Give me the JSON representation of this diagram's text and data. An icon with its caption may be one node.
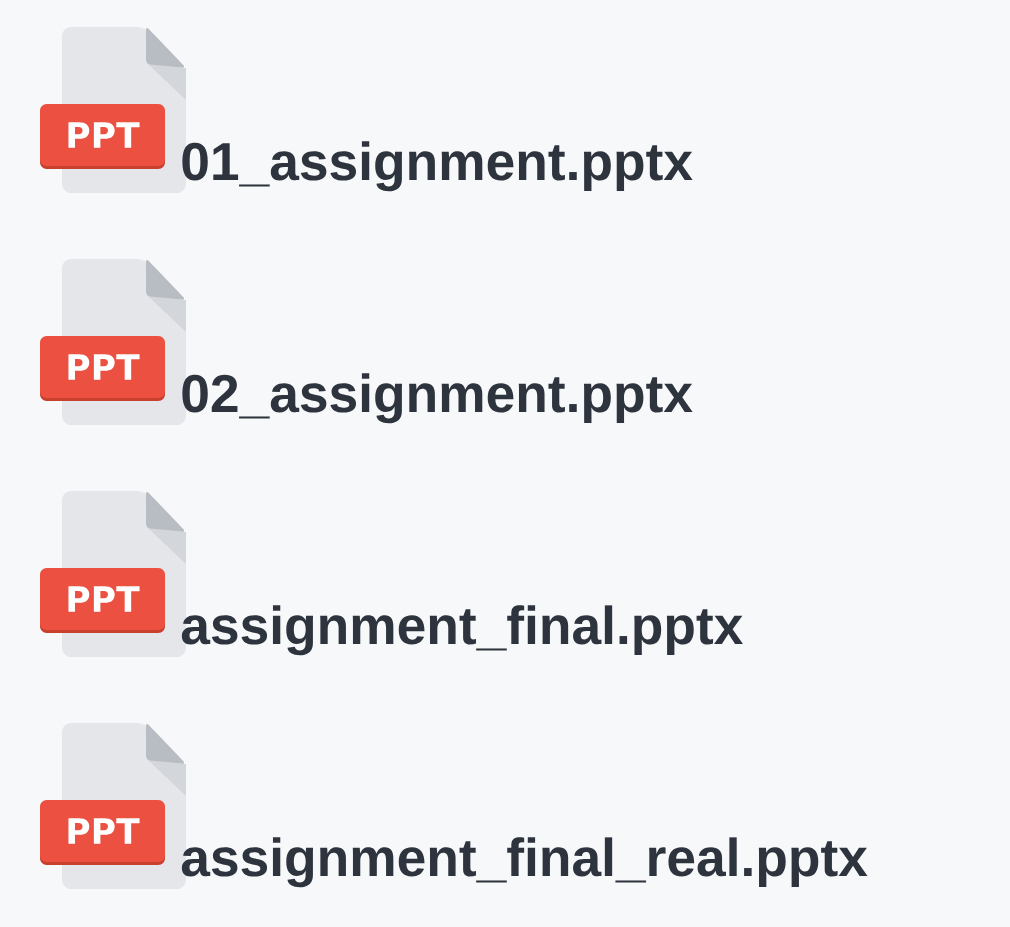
{
  "diagram": {
    "nodes": [
      {
        "text": [
          "PPT"
        ],
        "beside": [
          "01_assignment.pptx"
        ]
      },
      {
        "text": [
          "PPT"
        ],
        "beside": [
          "02_assignment.pptx"
        ]
      },
      {
        "text": [
          "PPT"
        ],
        "beside": [
          "assignment_final.pptx"
        ]
      },
      {
        "text": [
          "PPT"
        ],
        "beside": [
          "assignment_final_real.pptx"
        ]
      }
    ]
  }
}
